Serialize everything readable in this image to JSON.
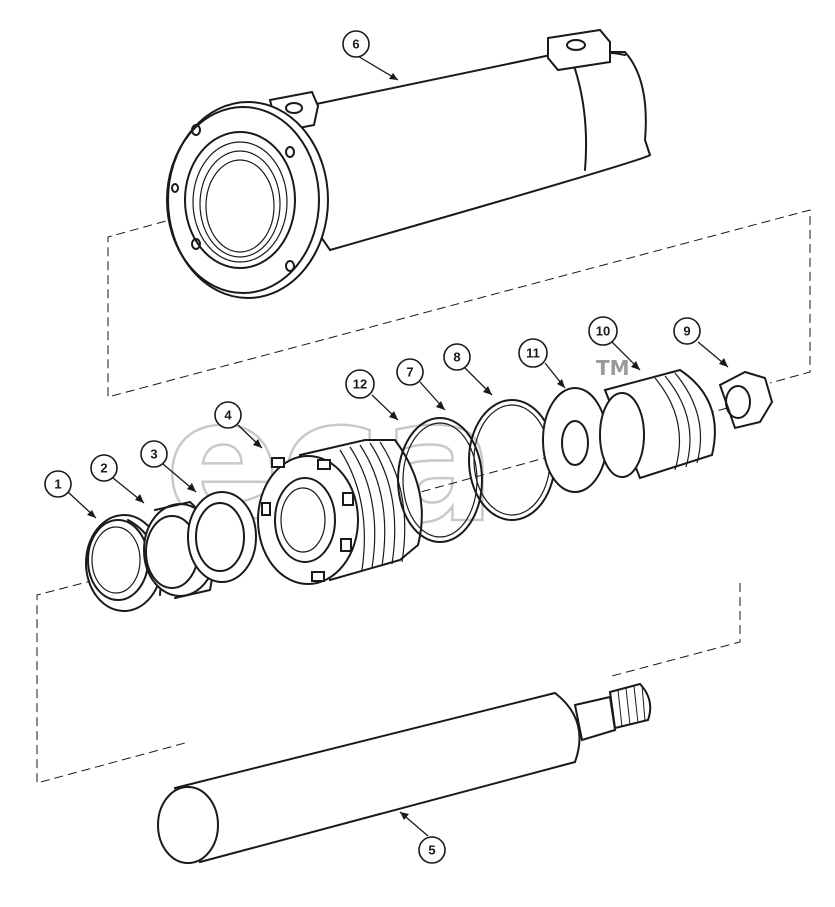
{
  "watermark": {
    "text": "eca",
    "tm": "TM",
    "color": "#c9c9c9"
  },
  "callouts": [
    {
      "id": "callout-1",
      "label": "1"
    },
    {
      "id": "callout-2",
      "label": "2"
    },
    {
      "id": "callout-3",
      "label": "3"
    },
    {
      "id": "callout-4",
      "label": "4"
    },
    {
      "id": "callout-5",
      "label": "5"
    },
    {
      "id": "callout-6",
      "label": "6"
    },
    {
      "id": "callout-7",
      "label": "7"
    },
    {
      "id": "callout-8",
      "label": "8"
    },
    {
      "id": "callout-9",
      "label": "9"
    },
    {
      "id": "callout-10",
      "label": "10"
    },
    {
      "id": "callout-11",
      "label": "11"
    },
    {
      "id": "callout-12",
      "label": "12"
    }
  ]
}
